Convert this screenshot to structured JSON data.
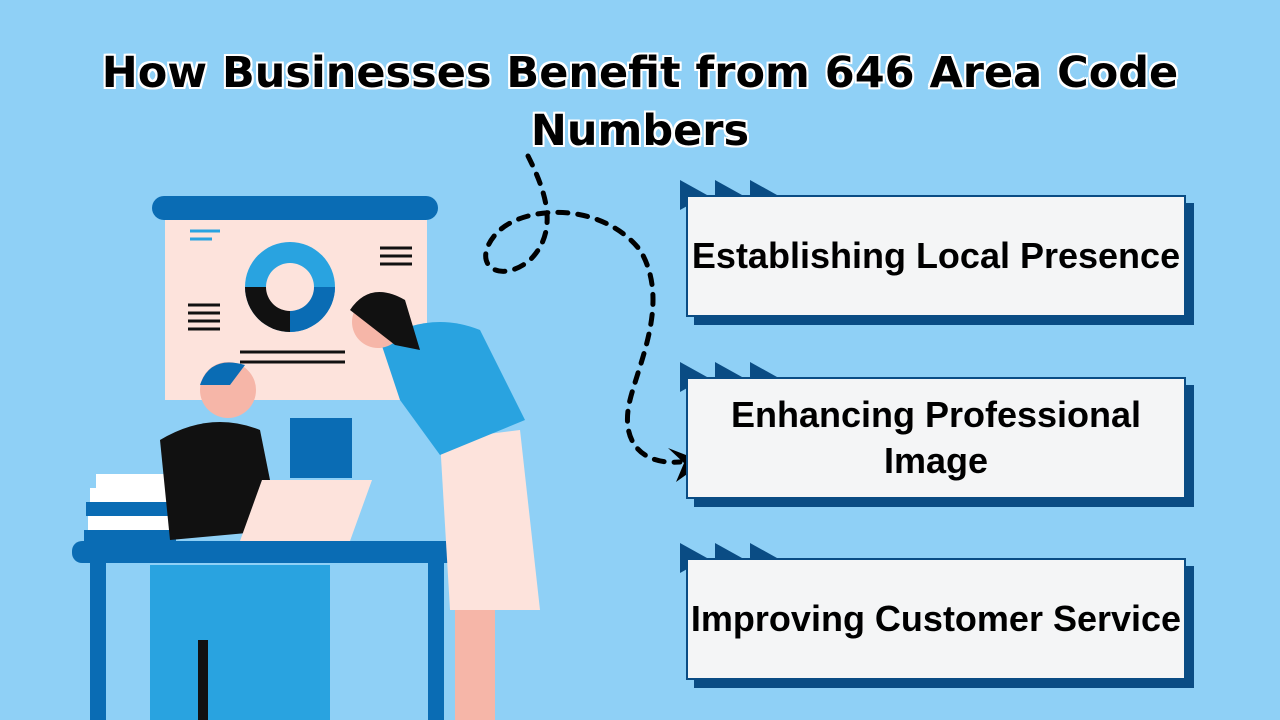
{
  "title": "How Businesses Benefit from 646 Area Code Numbers",
  "benefits": [
    {
      "label": "Establishing Local Presence"
    },
    {
      "label": "Enhancing Professional Image"
    },
    {
      "label": "Improving Customer Service"
    }
  ],
  "colors": {
    "background": "#8fd0f6",
    "accent": "#0a4c84",
    "card": "#f4f5f6"
  }
}
